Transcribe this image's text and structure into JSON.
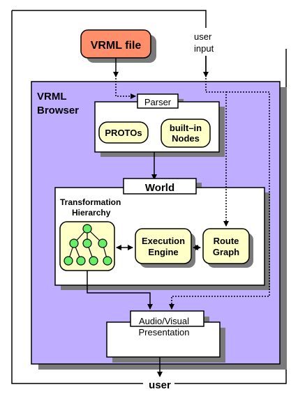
{
  "colors": {
    "browser_fill": "#bfadff",
    "shadow": "#7a7a7a",
    "vrml_fill": "#ff8f6b",
    "yellow_fill": "#ffffc8",
    "node_fill": "#66ee66",
    "stroke": "#000000"
  },
  "vrml_file": {
    "label": "VRML file"
  },
  "user_input": {
    "line1": "user",
    "line2": "input"
  },
  "browser": {
    "line1": "VRML",
    "line2": "Browser"
  },
  "parser": {
    "title": "Parser",
    "protos": "PROTOs",
    "builtin_line1": "built–in",
    "builtin_line2": "Nodes"
  },
  "world": {
    "title": "World",
    "hierarchy_line1": "Transformation",
    "hierarchy_line2": "Hierarchy",
    "execution_line1": "Execution",
    "execution_line2": "Engine",
    "route_line1": "Route",
    "route_line2": "Graph"
  },
  "presentation": {
    "line1": "Audio/Visual",
    "line2": "Presentation"
  },
  "user_output": {
    "label": "user"
  }
}
